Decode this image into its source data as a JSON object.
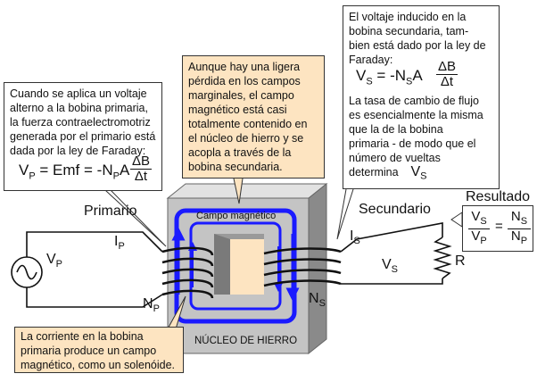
{
  "boxes": {
    "primary_law": {
      "lines": [
        "Cuando se aplica un voltaje",
        "alterno a la bobina primaria,",
        "la fuerza contraelectromotriz",
        "generada por el primario está",
        "dada por la ley de Faraday:"
      ],
      "equation_lhs": "V",
      "equation_lhs_sub": "P",
      "equation_mid": " = Emf = ",
      "equation_rhs": "-N",
      "equation_rhs_sub": "P",
      "equation_rhs2": "A"
    },
    "core_flux": {
      "lines": [
        "Aunque hay una ligera",
        "pérdida en los campos",
        "marginales, el campo",
        "magnético está casi",
        "totalmente contenido en",
        "el núcleo de hierro y se",
        "acopla a través de la",
        "bobina secundaria."
      ]
    },
    "secondary_law": {
      "lines_top": [
        "El voltaje inducido en la",
        "bobina secundaria, tam-",
        "bien está dado por la ley de",
        "Faraday:"
      ],
      "equation_lhs": "V",
      "equation_lhs_sub": "S",
      "equation_mid": " = ",
      "equation_rhs": "-N",
      "equation_rhs_sub": "S",
      "equation_rhs2": "A",
      "lines_bottom": [
        "La tasa de cambio de flujo",
        "es esencialmente la misma",
        "que la de la bobina",
        "primaria - de modo que el",
        "número de vueltas"
      ],
      "last_line": "determina",
      "last_sym": "V",
      "last_sym_sub": "S"
    },
    "solenoid": {
      "lines": [
        "La corriente en la bobina",
        "primaria produce un campo",
        "magnético, como un solenóide."
      ]
    }
  },
  "fraction": {
    "num": "ΔB",
    "den": "Δt"
  },
  "labels": {
    "primary": "Primario",
    "secondary": "Secundario",
    "result": "Resultado",
    "magnetic_field": "Campo magnético",
    "iron_core": "NÚCLEO DE HIERRO",
    "vp": "V",
    "vp_sub": "P",
    "ip": "I",
    "ip_sub": "P",
    "np": "N",
    "np_sub": "P",
    "is": "I",
    "is_sub": "S",
    "vs": "V",
    "vs_sub": "S",
    "ns": "N",
    "ns_sub": "S",
    "r": "R"
  },
  "result_eq": {
    "left_num": "V",
    "left_num_sub": "S",
    "left_den": "V",
    "left_den_sub": "P",
    "equals": "=",
    "right_num": "N",
    "right_num_sub": "S",
    "right_den": "N",
    "right_den_sub": "P"
  },
  "colors": {
    "flux": "#1a1aff",
    "core_front": "#c4c4c4",
    "core_side": "#8a8a8a",
    "core_top": "#e2e2e2",
    "note_bg": "#fde4c1"
  }
}
